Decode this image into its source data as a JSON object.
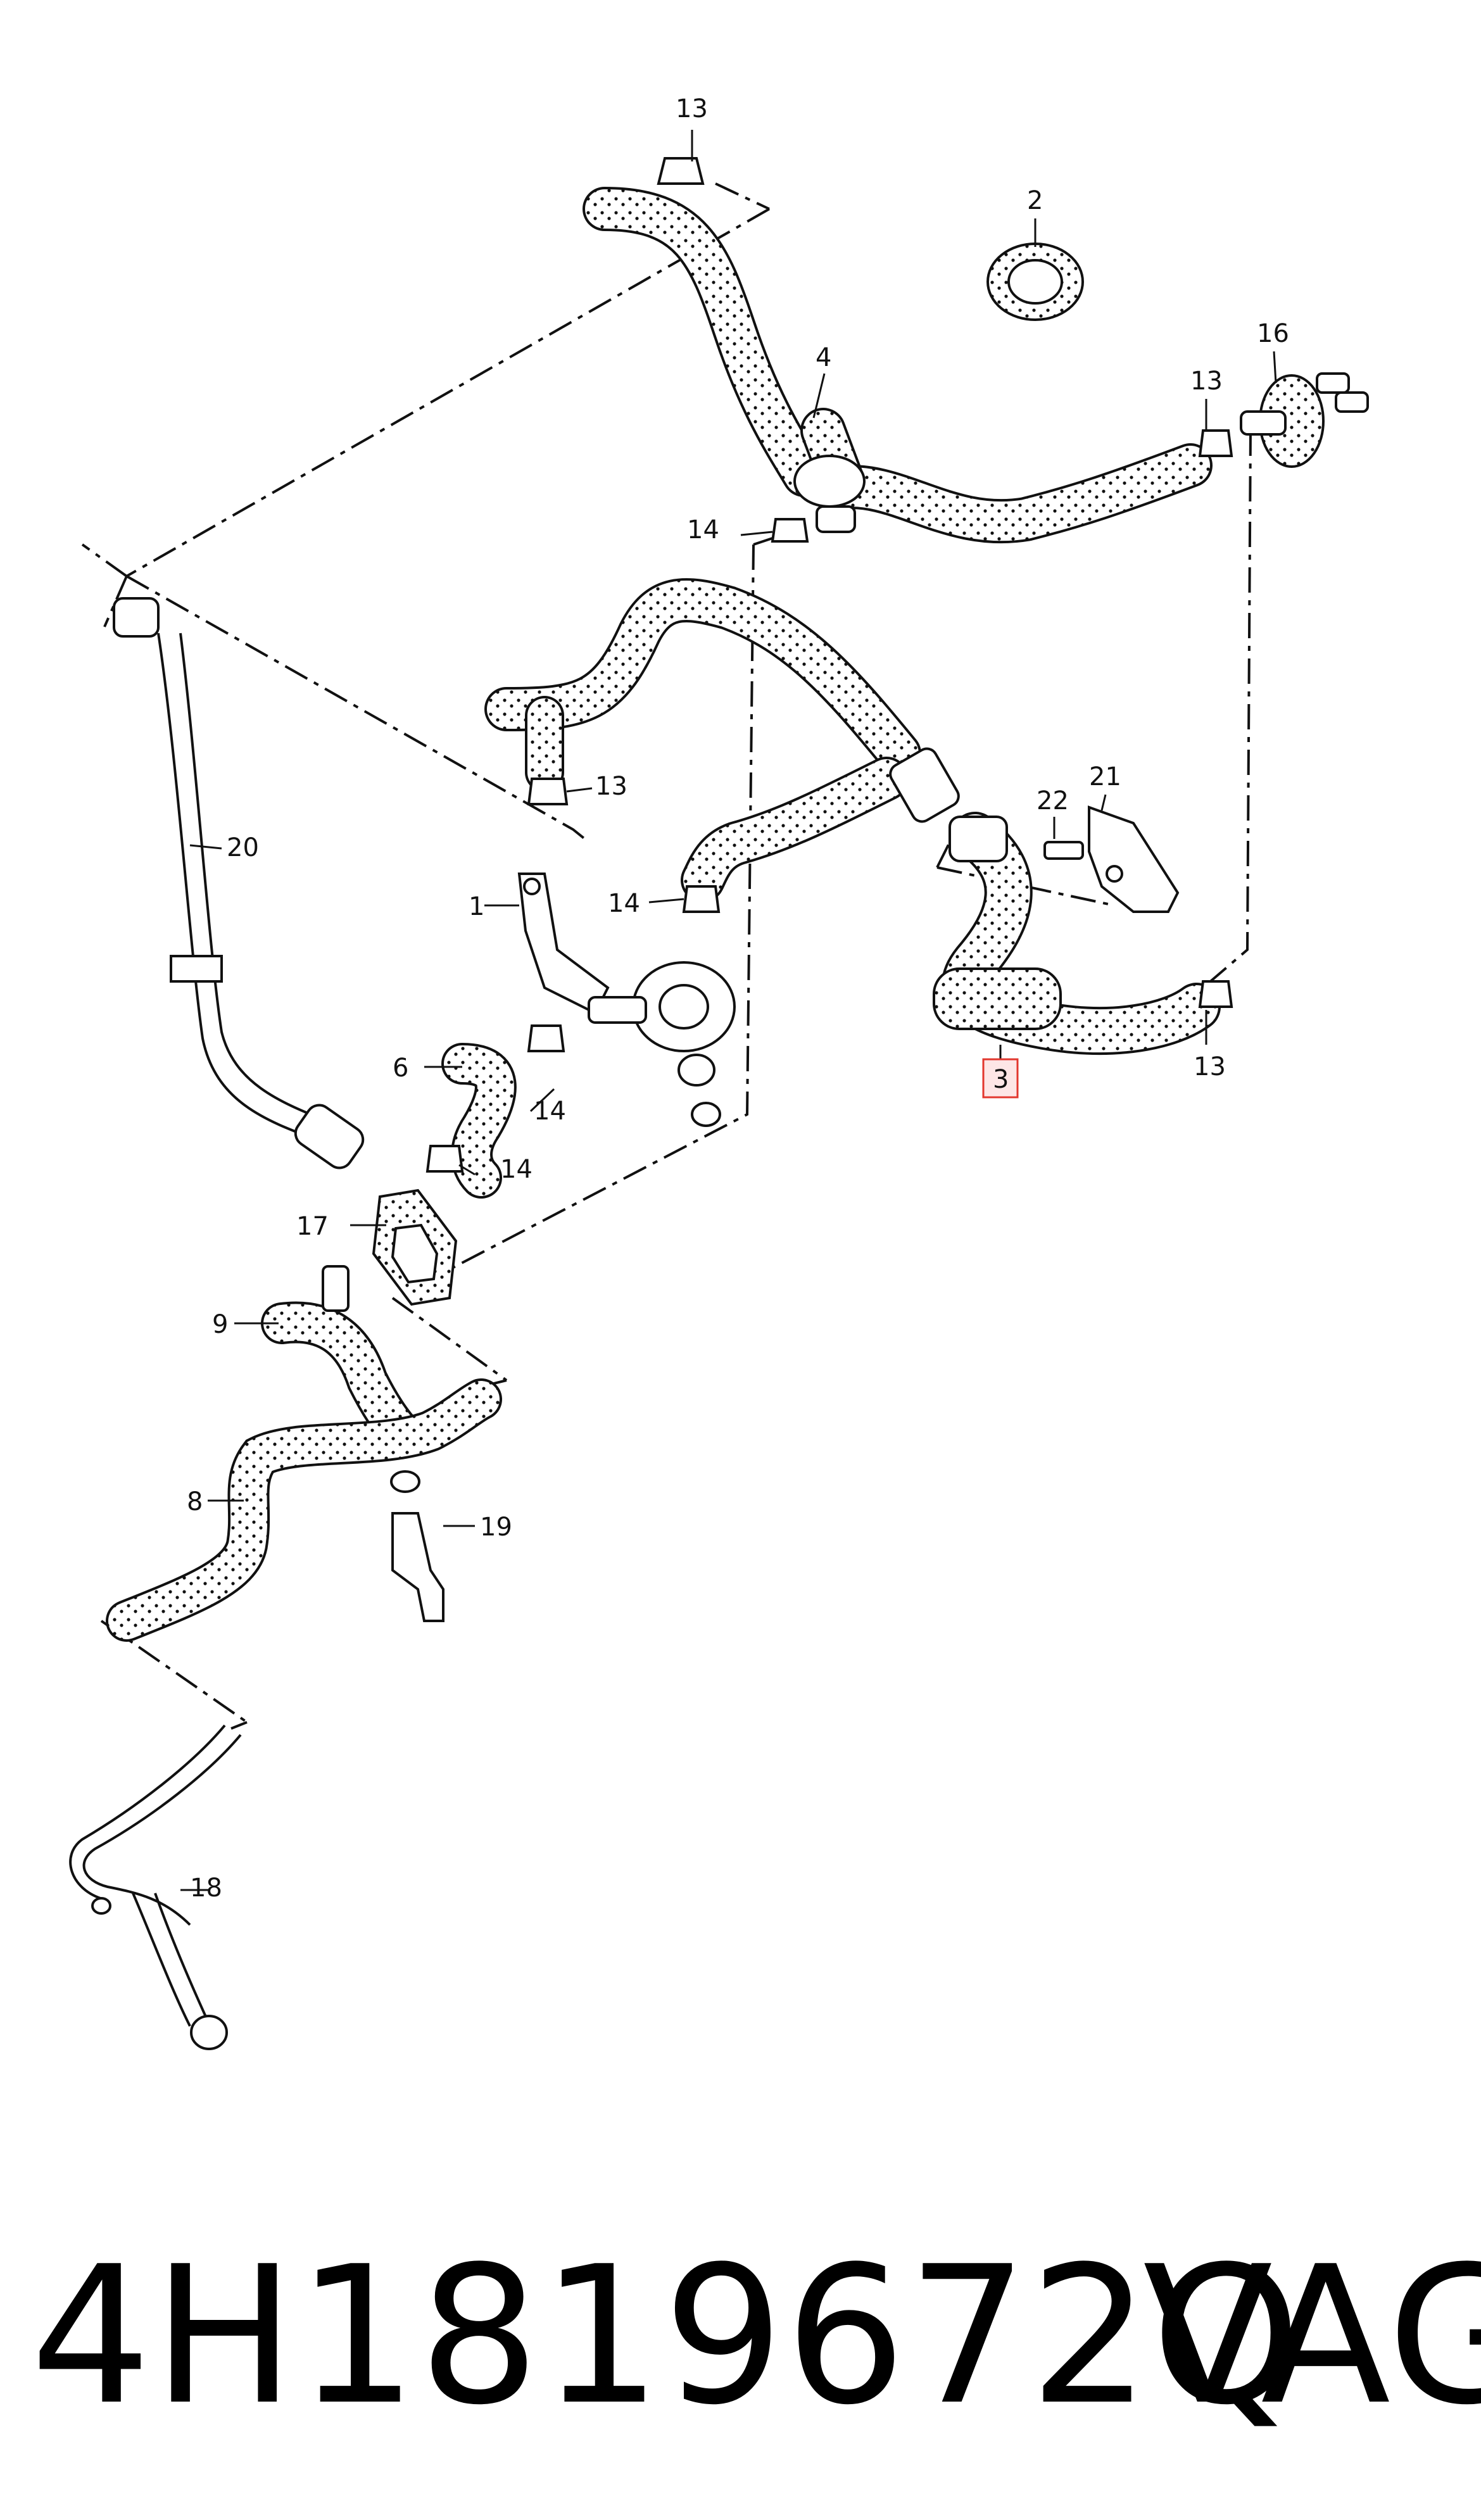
{
  "callouts": {
    "c1": "1",
    "c2": "2",
    "c3": "3",
    "c4": "4",
    "c6": "6",
    "c8": "8",
    "c9": "9",
    "c13a": "13",
    "c13b": "13",
    "c13c": "13",
    "c13d": "13",
    "c14a": "14",
    "c14b": "14",
    "c14c": "14",
    "c14d": "14",
    "c16": "16",
    "c17": "17",
    "c18": "18",
    "c19": "19",
    "c20": "20",
    "c21": "21",
    "c22": "22"
  },
  "highlight_color": "#e2372e",
  "footer": {
    "part_number": "4H1819672Q",
    "brand": "VAG"
  }
}
